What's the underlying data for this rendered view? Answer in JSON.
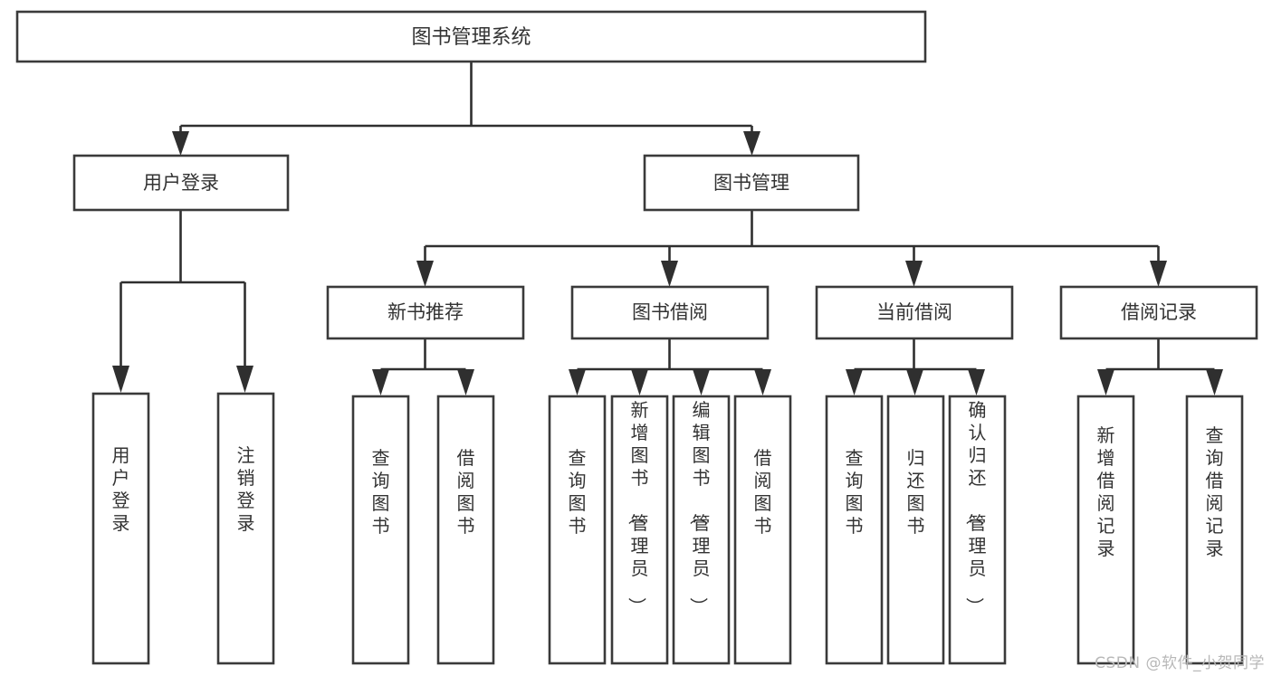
{
  "diagram": {
    "type": "tree",
    "title": "图书管理系统",
    "watermark": "CSDN @软件_小贺同学",
    "colors": {
      "box_stroke": "#3a3a3a",
      "connector": "#2f2f2f",
      "text": "#333333",
      "background": "#ffffff",
      "watermark": "#b8b8b8"
    },
    "root": {
      "label": "图书管理系统"
    },
    "level2": [
      {
        "label": "用户登录"
      },
      {
        "label": "图书管理"
      }
    ],
    "level3": [
      {
        "label": "新书推荐"
      },
      {
        "label": "图书借阅"
      },
      {
        "label": "当前借阅"
      },
      {
        "label": "借阅记录"
      }
    ],
    "groups": [
      {
        "parent": "用户登录",
        "leaves": [
          {
            "label": "用户登录"
          },
          {
            "label": "注销登录"
          }
        ]
      },
      {
        "parent": "新书推荐",
        "leaves": [
          {
            "label": "查询图书"
          },
          {
            "label": "借阅图书"
          }
        ]
      },
      {
        "parent": "图书借阅",
        "leaves": [
          {
            "label": "查询图书"
          },
          {
            "label": "新增图书（管理员）"
          },
          {
            "label": "编辑图书（管理员）"
          },
          {
            "label": "借阅图书"
          }
        ]
      },
      {
        "parent": "当前借阅",
        "leaves": [
          {
            "label": "查询图书"
          },
          {
            "label": "归还图书"
          },
          {
            "label": "确认归还（管理员）"
          }
        ]
      },
      {
        "parent": "借阅记录",
        "leaves": [
          {
            "label": "新增借阅记录"
          },
          {
            "label": "查询借阅记录"
          }
        ]
      }
    ],
    "leaf_labels": {
      "l1_0": "用户登录",
      "l1_1": "注销登录",
      "l2_0": "查询图书",
      "l2_1": "借阅图书",
      "l3_0": "查询图书",
      "l3_1": "新增图书（管理员）",
      "l3_2": "编辑图书（管理员）",
      "l3_3": "借阅图书",
      "l4_0": "查询图书",
      "l4_1": "归还图书",
      "l4_2": "确认归还（管理员）",
      "l5_0": "新增借阅记录",
      "l5_1": "查询借阅记录"
    }
  }
}
